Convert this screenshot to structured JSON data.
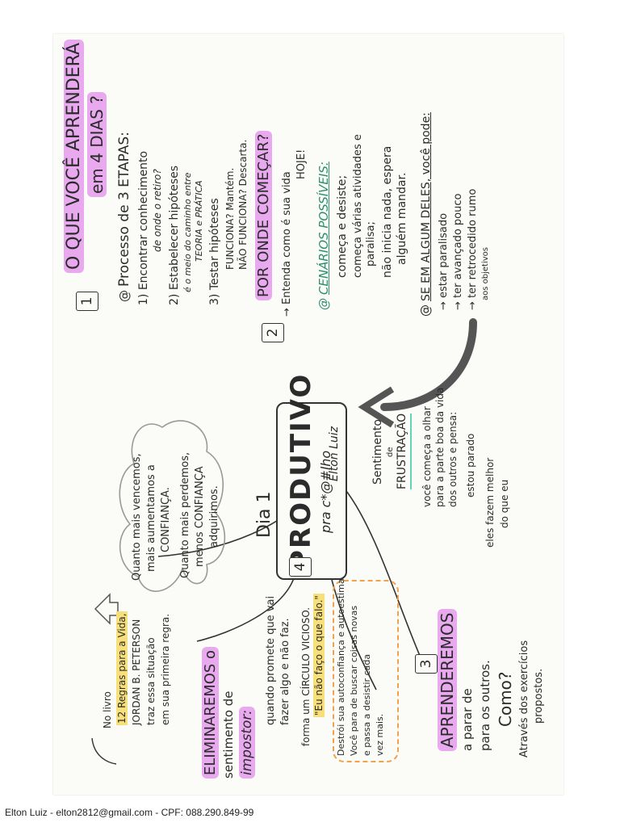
{
  "footer": "Elton Luiz - elton2812@gmail.com - CPF: 088.290.849-99",
  "center": {
    "day": "Dia 1",
    "title": "PRODUTIVO",
    "subtitle": "pra c*@#lho",
    "signature": "Elton Luiz"
  },
  "cloud": {
    "line1": "Quanto mais vencemos,",
    "line2": "mais aumentamos a",
    "line3": "CONFIANÇA.",
    "line4": "Quanto mais perdemos,",
    "line5": "menos CONFIANÇA",
    "line6": "adquirimos."
  },
  "b1": {
    "num": "1",
    "title_a": "O QUE VOCÊ APRENDERÁ",
    "title_b": "em 4 DIAS ?",
    "process": "Processo de 3 ETAPAS:",
    "s1a": "1) Encontrar conhecimento",
    "s1b": "de onde o retiro?",
    "s2a": "2) Estabelecer hipóteses",
    "s2b": "é o meio do caminho entre",
    "s2c": "TEORIA e PRÁTICA",
    "s3a": "3) Testar hipóteses",
    "s3b": "FUNCIONA? Mantém.",
    "s3c": "NÃO FUNCIONA? Descarta."
  },
  "b2": {
    "num": "2",
    "title": "POR ONDE COMEÇAR?",
    "line1": "→ Entenda como é sua vida",
    "line2": "HOJE!",
    "scen_title": "CENÁRIOS POSSÍVEIS:",
    "c1": "começa e desiste;",
    "c2a": "começa várias atividades e",
    "c2b": "paralisa;",
    "c3a": "não inicia nada, espera",
    "c3b": "alguém mandar.",
    "if_title": "SE EM ALGUM DELES, você pode:",
    "p1": "→ estar paralisado",
    "p2": "→ ter avançado pouco",
    "p3": "→ ter retrocedido rumo",
    "p4": "aos objetivos"
  },
  "frust": {
    "title1": "Sentimento",
    "title2": "de",
    "title3": "FRUSTRAÇÃO",
    "l1": "você começa a olhar",
    "l2": "para a parte boa da vida",
    "l3": "dos outros e pensa:",
    "l4": "estou parado",
    "l5": "eles fazem melhor",
    "l6": "do que eu"
  },
  "b3": {
    "num": "3",
    "t1": "APRENDEREMOS",
    "t2": "a parar de",
    "t3": "para os outros.",
    "t4": "Como?",
    "t5": "Através dos exercícios",
    "t6": "propostos."
  },
  "b4": {
    "num": "4",
    "t1": "ELIMINAREMOS o",
    "t2": "sentimento de",
    "t3": "impostor:",
    "l1": "quando promete que vai",
    "l2": "fazer algo e não faz.",
    "l3": "forma um CÍRCULO VICIOSO.",
    "quote": "\"Eu não faço o que falo.\"",
    "d1": "Destrói sua autoconfiança e autoestima.",
    "d2": "Você para de buscar coisas novas",
    "d3": "e passa a desistir cada",
    "d4": "vez mais."
  },
  "book": {
    "l1": "No livro",
    "l2": "12 Regras para a Vida,",
    "l3": "JORDAN B. PETERSON",
    "l4": "traz essa situação",
    "l5": "em sua primeira regra."
  },
  "colors": {
    "pink": "#e9a9ef",
    "yellow": "#f7e07a",
    "green": "#5fd6b6",
    "orange": "#f2a24a",
    "ink": "#2b2b2b"
  }
}
